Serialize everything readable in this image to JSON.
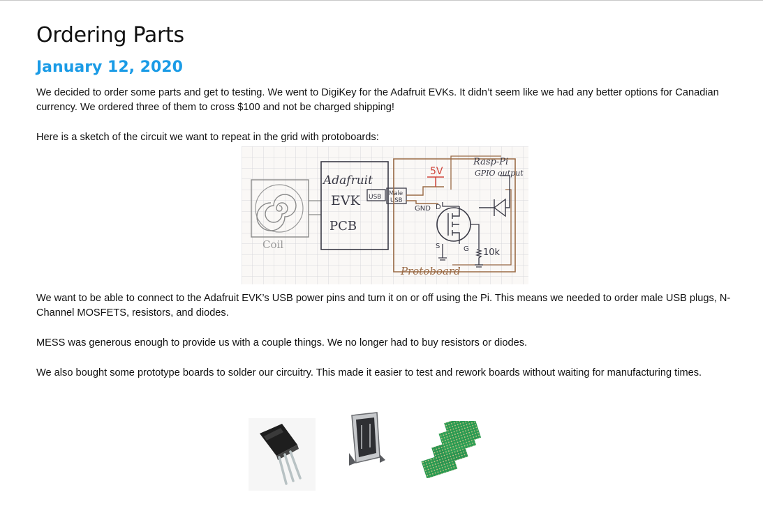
{
  "page": {
    "title": "Ordering Parts",
    "date": "January 12, 2020"
  },
  "paragraphs": {
    "p1": "We decided to order some parts and get to testing.  We went to DigiKey for the Adafruit EVKs.  It didn’t seem like we had any better options for Canadian currency.  We ordered three of them to cross $100 and not be charged shipping!",
    "p2": "Here is a sketch of the circuit we want to repeat in the grid with protoboards:",
    "p3": "We want to be able to connect to the Adafruit EVK’s USB power pins and turn it on or off using the Pi.  This means we needed to order male USB plugs, N-Channel MOSFETS, resistors, and diodes.",
    "p4": "MESS was generous enough to provide us with a couple things.  We no longer had to buy resistors or diodes.",
    "p5": "We also bought some prototype boards to solder our circuitry.  This made it easier to test and rework boards without waiting for manufacturing times."
  },
  "sketch_labels": {
    "coil": "Coil",
    "evk_1": "Adafruit",
    "evk_2": "EVK",
    "evk_3": "PCB",
    "usb": "USB",
    "male": "Male",
    "male_usb": "USB",
    "five_v": "5V",
    "gnd": "GND",
    "pi_1": "Rasp-Pi",
    "pi_2": "GPIO output",
    "d": "D",
    "s": "S",
    "g": "G",
    "resistor": "10k",
    "protoboard": "Protoboard"
  },
  "colors": {
    "accent": "#1a9be6",
    "ink": "#3a3a46",
    "board_wire": "#9a6a45",
    "power_wire": "#d0443a",
    "pcb_green": "#2c9a52"
  },
  "icons": {
    "mosfet": "mosfet-component-icon",
    "usb": "usb-connector-icon",
    "protoboard": "protoboard-icon"
  }
}
